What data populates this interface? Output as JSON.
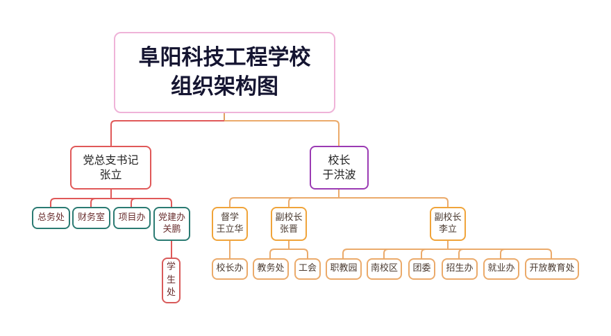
{
  "title": {
    "line1": "阜阳科技工程学校",
    "line2": "组织架构图"
  },
  "colors": {
    "root_border": "#efb3d8",
    "party_branch": "#e05858",
    "principal_border": "#9a3ab3",
    "principal_branch": "#ebaa6a",
    "party_departments": "#2a7a72",
    "vice_border": "#f0a43a"
  },
  "party": {
    "title": "党总支书记",
    "name": "张立",
    "departments": [
      {
        "label": "总务处"
      },
      {
        "label": "财务室"
      },
      {
        "label": "项目办"
      },
      {
        "label": "党建办",
        "name": "关鹏"
      }
    ],
    "sub_department": {
      "chars": [
        "学",
        "生",
        "处"
      ]
    }
  },
  "principal": {
    "title": "校长",
    "name": "于洪波",
    "deputies": [
      {
        "title": "督学",
        "name": "王立华",
        "departments": [
          "校长办"
        ]
      },
      {
        "title": "副校长",
        "name": "张晋",
        "departments": [
          "教务处",
          "工会"
        ]
      },
      {
        "title": "副校长",
        "name": "李立",
        "departments": [
          "职教园",
          "南校区",
          "团委",
          "招生办",
          "就业办",
          "开放教育处"
        ]
      }
    ]
  }
}
